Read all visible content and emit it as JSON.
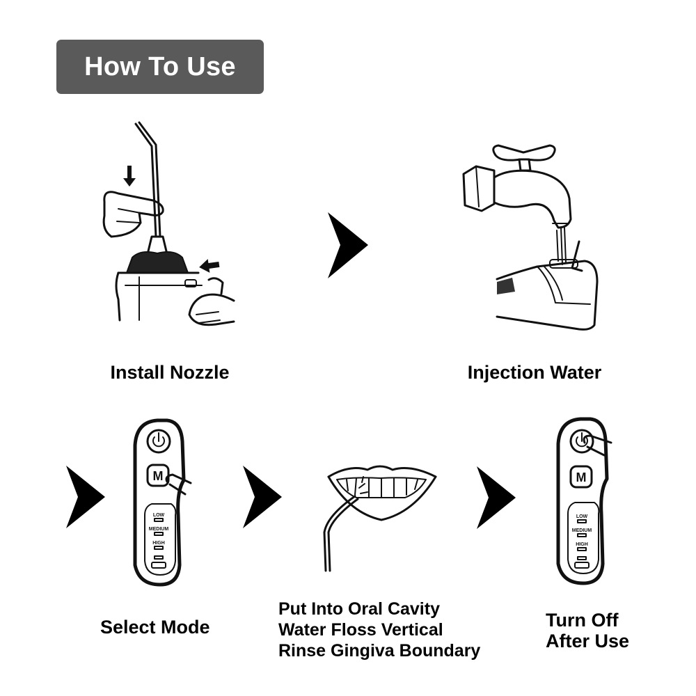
{
  "header": {
    "title": "How To Use"
  },
  "steps": [
    {
      "label": "Install Nozzle",
      "icon": "install-nozzle-illustration"
    },
    {
      "label": "Injection Water",
      "icon": "faucet-filling-illustration"
    },
    {
      "label": "Select Mode",
      "icon": "remote-press-mode-illustration"
    },
    {
      "lines": [
        "Put Into Oral Cavity",
        "Water Floss Vertical",
        "Rinse Gingiva Boundary"
      ],
      "icon": "mouth-flossing-illustration"
    },
    {
      "lines": [
        "Turn Off",
        "After Use"
      ],
      "icon": "remote-press-power-illustration"
    }
  ],
  "remote": {
    "mode_key": "M",
    "levels": [
      "LOW",
      "MEDIUM",
      "HIGH"
    ]
  },
  "colors": {
    "badge": "#5a5a5a",
    "badge_text": "#ffffff",
    "ink": "#111111"
  }
}
